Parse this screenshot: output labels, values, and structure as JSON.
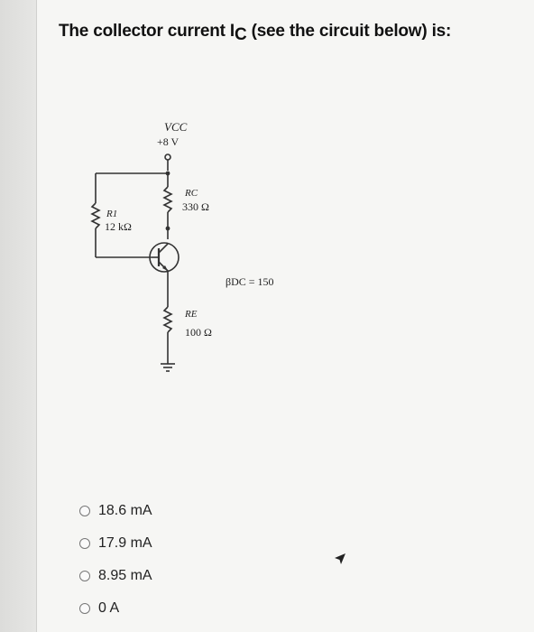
{
  "question": {
    "text_before": "The collector current I",
    "subscript": "C",
    "text_after": " (see the circuit below) is:"
  },
  "circuit": {
    "vcc_label": "VCC",
    "vcc_value": "+8 V",
    "r1_label": "R1",
    "r1_value": "12 kΩ",
    "rc_label": "RC",
    "rc_value": "330 Ω",
    "beta_label": "βDC = 150",
    "re_label": "RE",
    "re_value": "100 Ω"
  },
  "options": [
    {
      "label": "18.6 mA",
      "selected": false
    },
    {
      "label": "17.9 mA",
      "selected": false
    },
    {
      "label": "8.95 mA",
      "selected": false
    },
    {
      "label": "0 A",
      "selected": false
    }
  ]
}
